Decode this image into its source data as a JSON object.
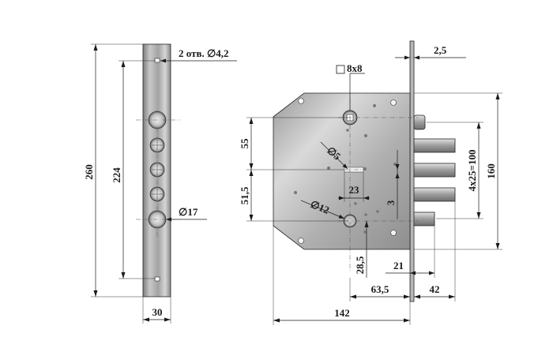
{
  "drawing": {
    "labels": {
      "faceplate_height": "260",
      "hole_spacing": "224",
      "faceplate_width": "30",
      "mount_holes": "2 отв. ∅4,2",
      "cylinder_hole": "∅17",
      "spindle_square": "8x8",
      "faceplate_thickness": "2,5",
      "dim_55": "55",
      "dim_51_5": "51,5",
      "hole_5": "∅5",
      "hole_12": "∅12",
      "dim_23": "23",
      "dim_3": "3",
      "bolts": "4x25=100",
      "dim_160": "160",
      "dim_28_5": "28,5",
      "dim_21": "21",
      "backset": "63,5",
      "throw": "42",
      "case_width": "142"
    }
  },
  "colors": {
    "steel_light": "#d4d4d4",
    "steel_dark": "#8c8c8c",
    "line": "#1a1a1a"
  }
}
